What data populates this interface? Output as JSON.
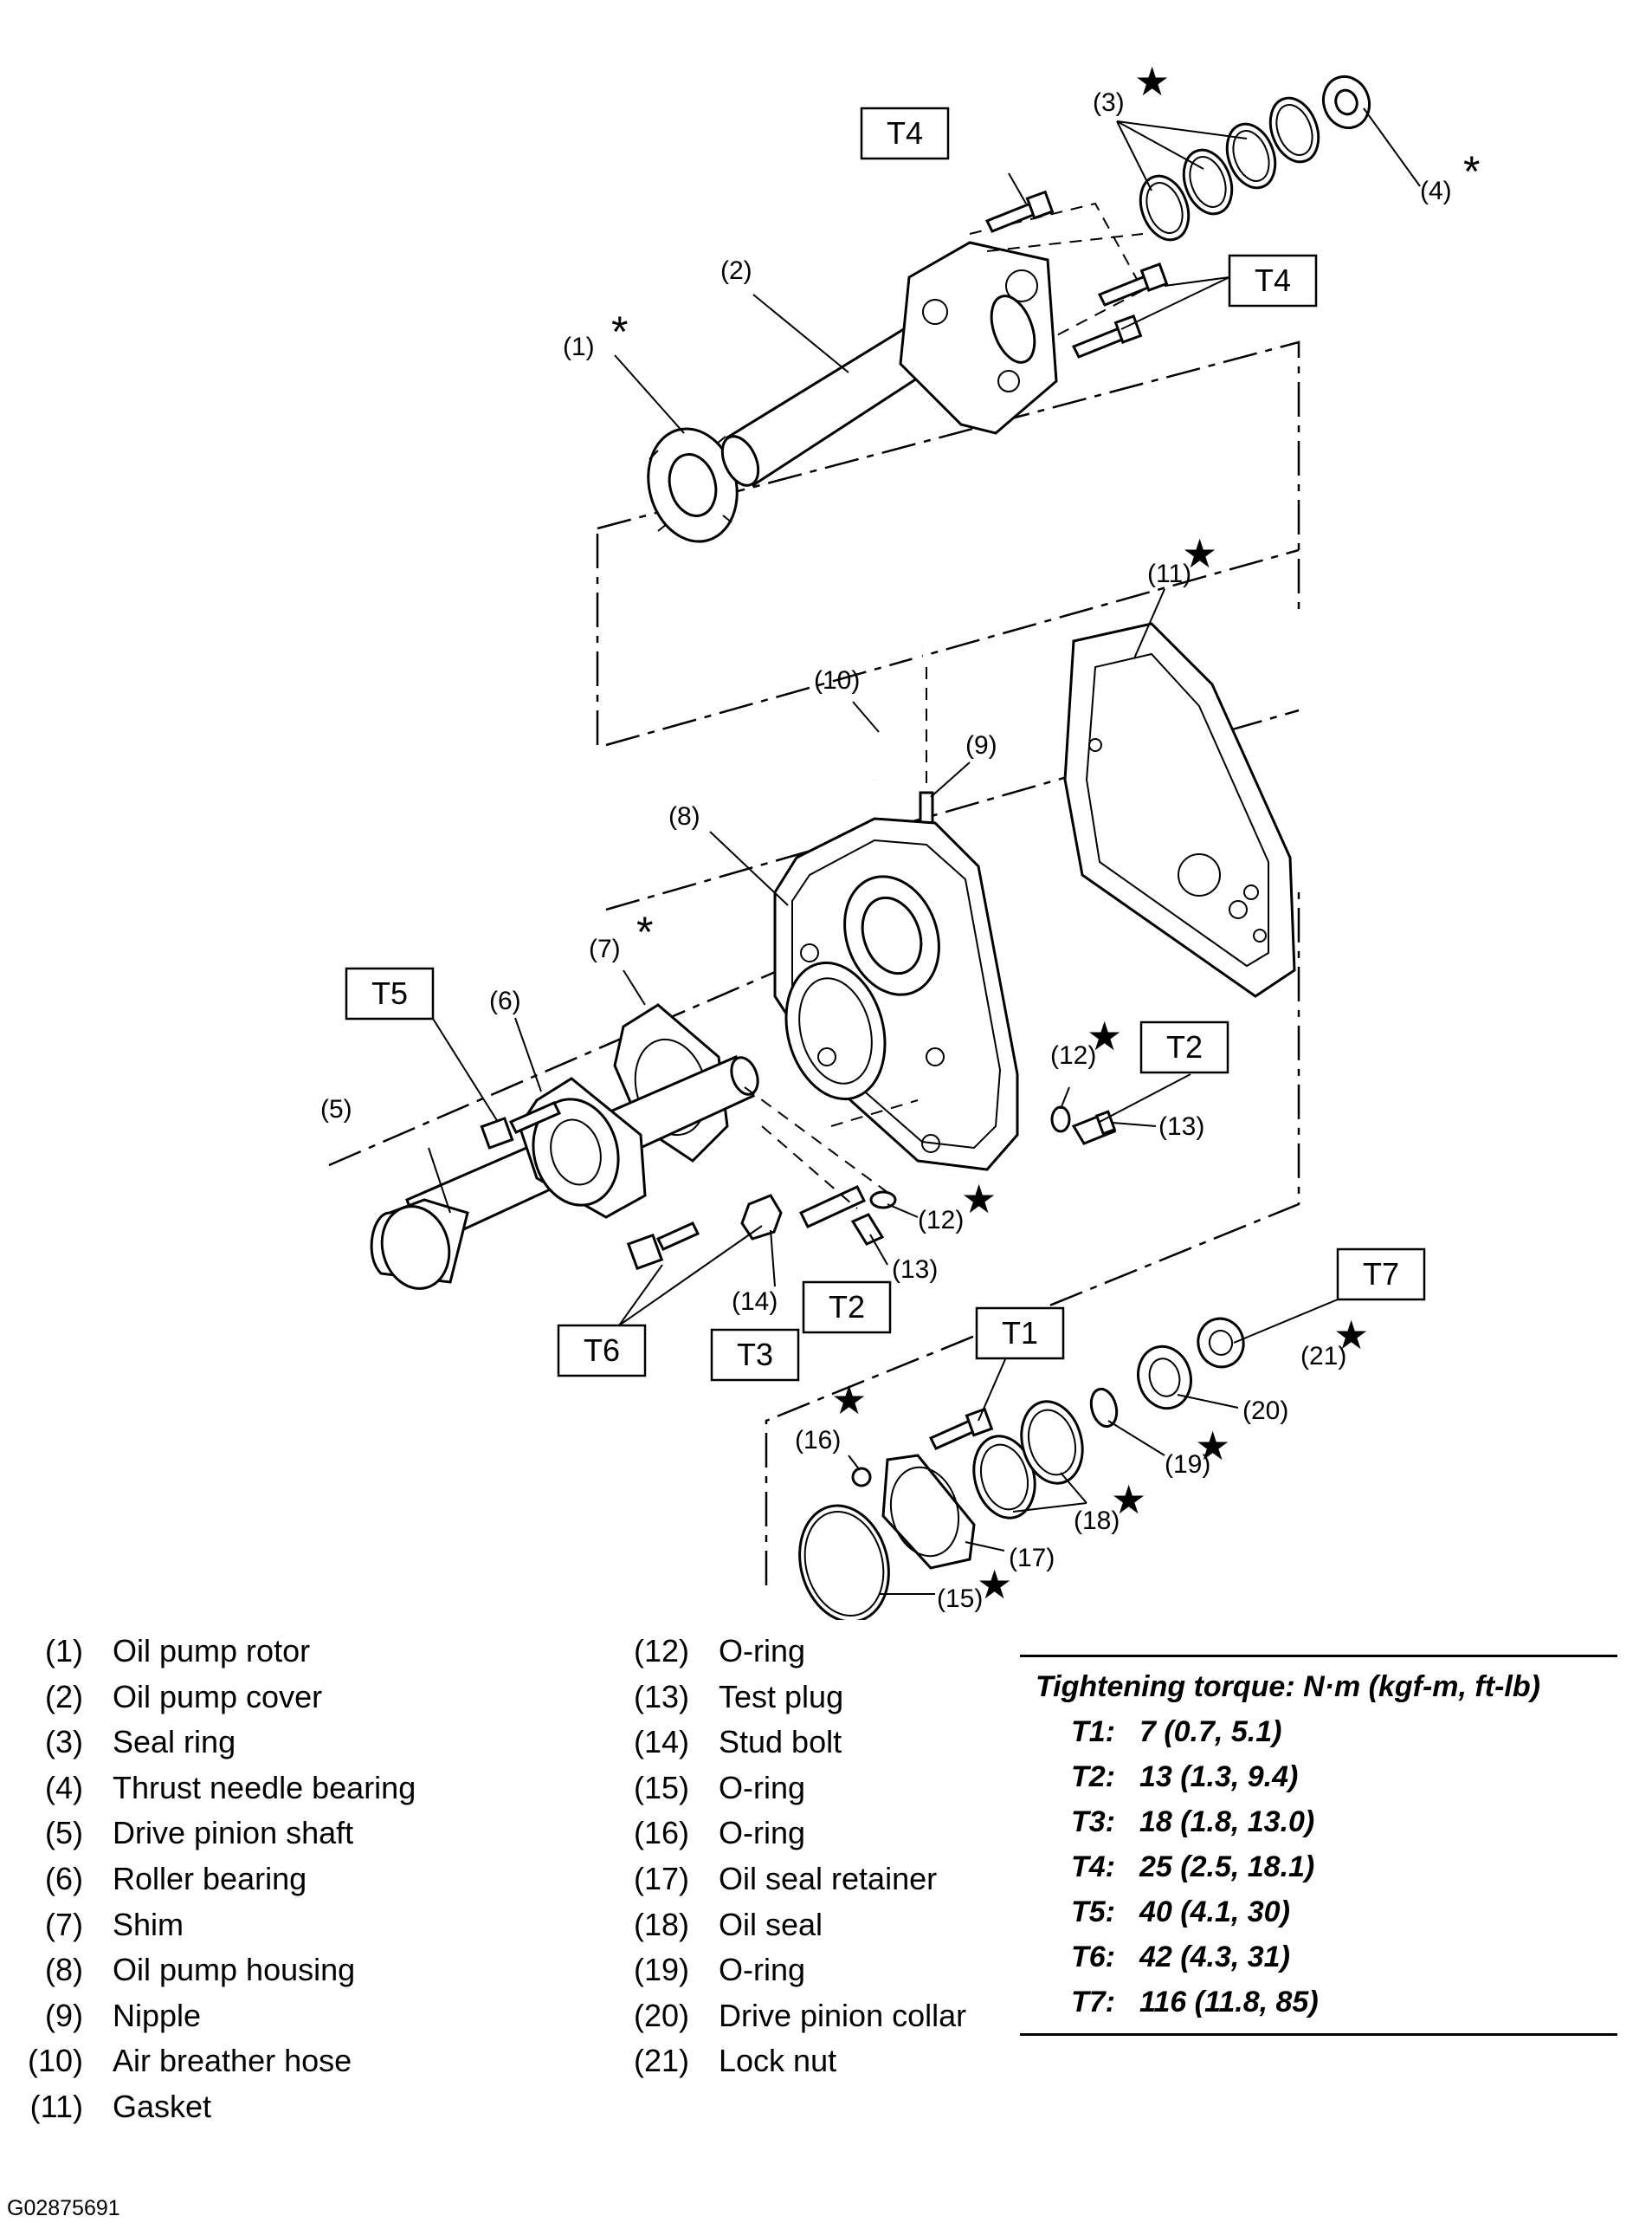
{
  "callouts": {
    "c1": "(1)",
    "c2": "(2)",
    "c3": "(3)",
    "c4": "(4)",
    "c5": "(5)",
    "c6": "(6)",
    "c7": "(7)",
    "c8": "(8)",
    "c9": "(9)",
    "c10": "(10)",
    "c11": "(11)",
    "c12a": "(12)",
    "c12b": "(12)",
    "c13a": "(13)",
    "c13b": "(13)",
    "c14": "(14)",
    "c15": "(15)",
    "c16": "(16)",
    "c17": "(17)",
    "c18": "(18)",
    "c19": "(19)",
    "c20": "(20)",
    "c21": "(21)"
  },
  "torque_boxes": {
    "t4a": "T4",
    "t4b": "T4",
    "t5": "T5",
    "t2a": "T2",
    "t2b": "T2",
    "t6": "T6",
    "t3": "T3",
    "t1": "T1",
    "t7": "T7"
  },
  "marks": {
    "star": "★",
    "asterisk": "*"
  },
  "legend_left": [
    {
      "num": "(1)",
      "name": "Oil pump rotor"
    },
    {
      "num": "(2)",
      "name": "Oil pump cover"
    },
    {
      "num": "(3)",
      "name": "Seal ring"
    },
    {
      "num": "(4)",
      "name": "Thrust needle bearing"
    },
    {
      "num": "(5)",
      "name": "Drive pinion shaft"
    },
    {
      "num": "(6)",
      "name": "Roller bearing"
    },
    {
      "num": "(7)",
      "name": "Shim"
    },
    {
      "num": "(8)",
      "name": "Oil pump housing"
    },
    {
      "num": "(9)",
      "name": "Nipple"
    },
    {
      "num": "(10)",
      "name": "Air breather hose"
    },
    {
      "num": "(11)",
      "name": "Gasket"
    }
  ],
  "legend_right": [
    {
      "num": "(12)",
      "name": "O-ring"
    },
    {
      "num": "(13)",
      "name": "Test plug"
    },
    {
      "num": "(14)",
      "name": "Stud bolt"
    },
    {
      "num": "(15)",
      "name": "O-ring"
    },
    {
      "num": "(16)",
      "name": "O-ring"
    },
    {
      "num": "(17)",
      "name": "Oil seal retainer"
    },
    {
      "num": "(18)",
      "name": "Oil seal"
    },
    {
      "num": "(19)",
      "name": "O-ring"
    },
    {
      "num": "(20)",
      "name": "Drive pinion collar"
    },
    {
      "num": "(21)",
      "name": "Lock nut"
    }
  ],
  "torque_table": {
    "heading": "Tightening torque: N·m (kgf-m, ft-lb)",
    "rows": [
      {
        "id": "T1:",
        "value": "7 (0.7, 5.1)"
      },
      {
        "id": "T2:",
        "value": "13 (1.3, 9.4)"
      },
      {
        "id": "T3:",
        "value": "18 (1.8, 13.0)"
      },
      {
        "id": "T4:",
        "value": "25 (2.5, 18.1)"
      },
      {
        "id": "T5:",
        "value": "40 (4.1, 30)"
      },
      {
        "id": "T6:",
        "value": "42 (4.3, 31)"
      },
      {
        "id": "T7:",
        "value": "116 (11.8, 85)"
      }
    ]
  },
  "figure_id": "G02875691"
}
